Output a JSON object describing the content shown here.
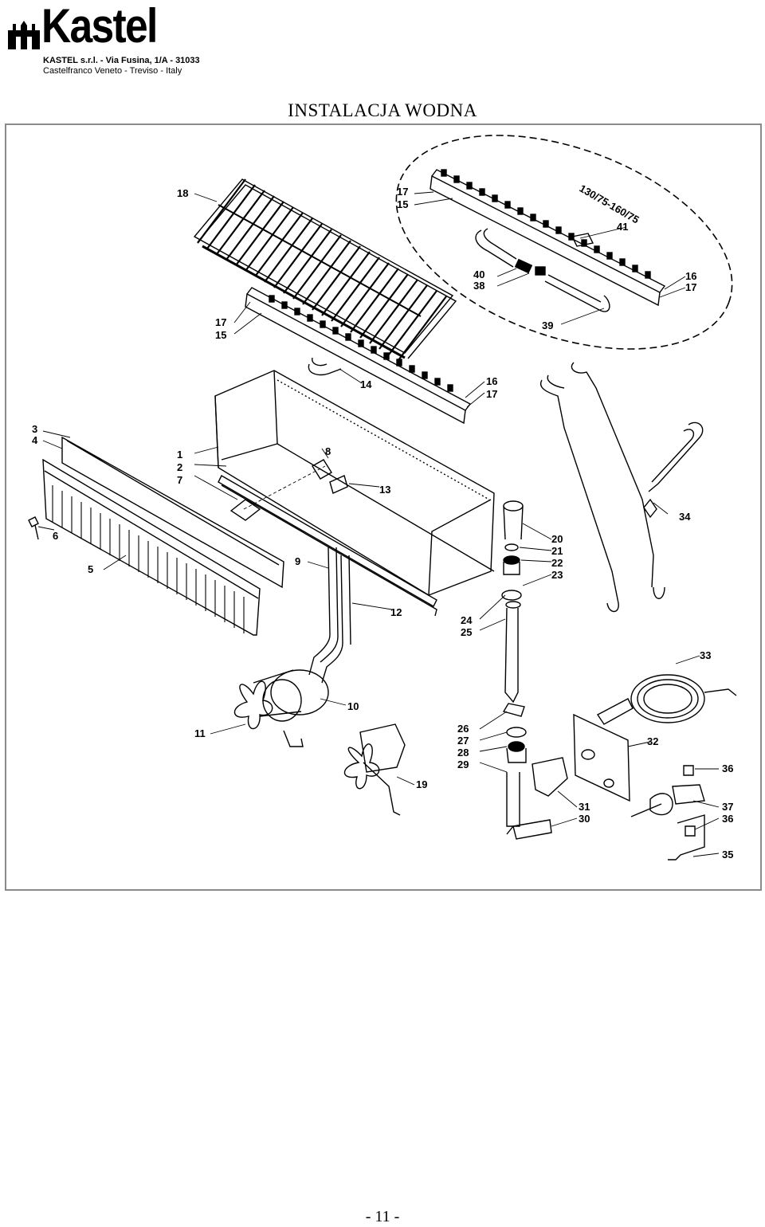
{
  "header": {
    "logo": "Kastel",
    "company_line": "KASTEL s.r.l. - Via Fusina, 1/A - 31033",
    "address_line": "Castelfranco Veneto - Treviso - Italy"
  },
  "page_title": "INSTALACJA WODNA",
  "diagram": {
    "variant_label": "130/75-160/75",
    "labels": {
      "p18": "18",
      "p17a": "17",
      "p15a": "15",
      "p41": "41",
      "p40": "40",
      "p38": "38",
      "p39": "39",
      "p16a": "16",
      "p17b": "17",
      "p17c": "17",
      "p15b": "15",
      "p14": "14",
      "p16b": "16",
      "p17d": "17",
      "p3": "3",
      "p4": "4",
      "p1": "1",
      "p2": "2",
      "p7": "7",
      "p8": "8",
      "p13": "13",
      "p6": "6",
      "p5": "5",
      "p9": "9",
      "p12": "12",
      "p34": "34",
      "p20": "20",
      "p21": "21",
      "p22": "22",
      "p23": "23",
      "p24": "24",
      "p25": "25",
      "p33": "33",
      "p10": "10",
      "p11": "11",
      "p26": "26",
      "p27": "27",
      "p28": "28",
      "p29": "29",
      "p32": "32",
      "p19": "19",
      "p36a": "36",
      "p37": "37",
      "p36b": "36",
      "p31": "31",
      "p30": "30",
      "p35": "35"
    }
  },
  "footer": {
    "page_number": "- 11 -"
  }
}
